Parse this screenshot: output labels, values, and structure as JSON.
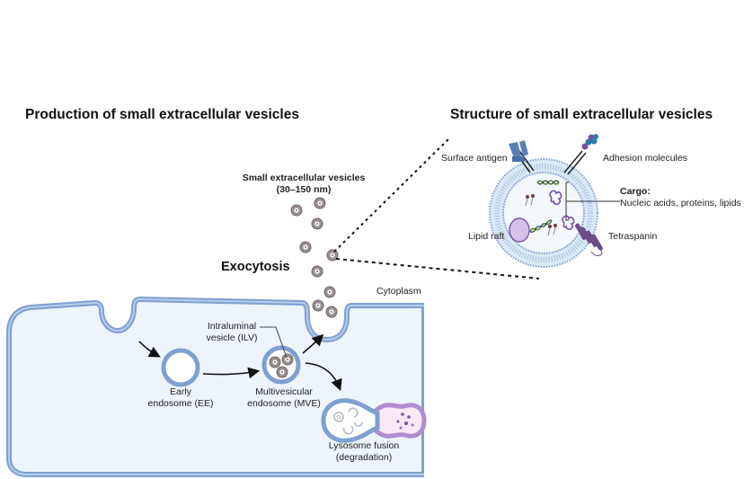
{
  "titles": {
    "production": "Production of small extracellular vesicles",
    "structure": "Structure of small extracellular vesicles"
  },
  "production": {
    "sev_label_line1": "Small extracellular vesicles",
    "sev_label_line2": "(30–150 nm)",
    "exocytosis": "Exocytosis",
    "cytoplasm": "Cytoplasm",
    "ilv_line1": "Intraluminal",
    "ilv_line2": "vesicle (ILV)",
    "ee_line1": "Early",
    "ee_line2": "endosome (EE)",
    "mve_line1": "Multivesicular",
    "mve_line2": "endosome (MVE)",
    "lyso_line1": "Lysosome fusion",
    "lyso_line2": "(degradation)"
  },
  "structure": {
    "surface_antigen": "Surface antigen",
    "adhesion_molecules": "Adhesion molecules",
    "cargo_title": "Cargo:",
    "cargo_desc": "Nucleic acids, proteins, lipids",
    "lipid_raft": "Lipid raft",
    "tetraspanin": "Tetraspanin"
  },
  "colors": {
    "membrane": "#8aaad6",
    "membrane_dark": "#5b7fb8",
    "cytoplasm_fill": "#eef4fc",
    "vesicle_grey": "#9a8f8f",
    "lysosome_purple": "#c6a9dc",
    "protein_purple": "#7a4fa0"
  }
}
